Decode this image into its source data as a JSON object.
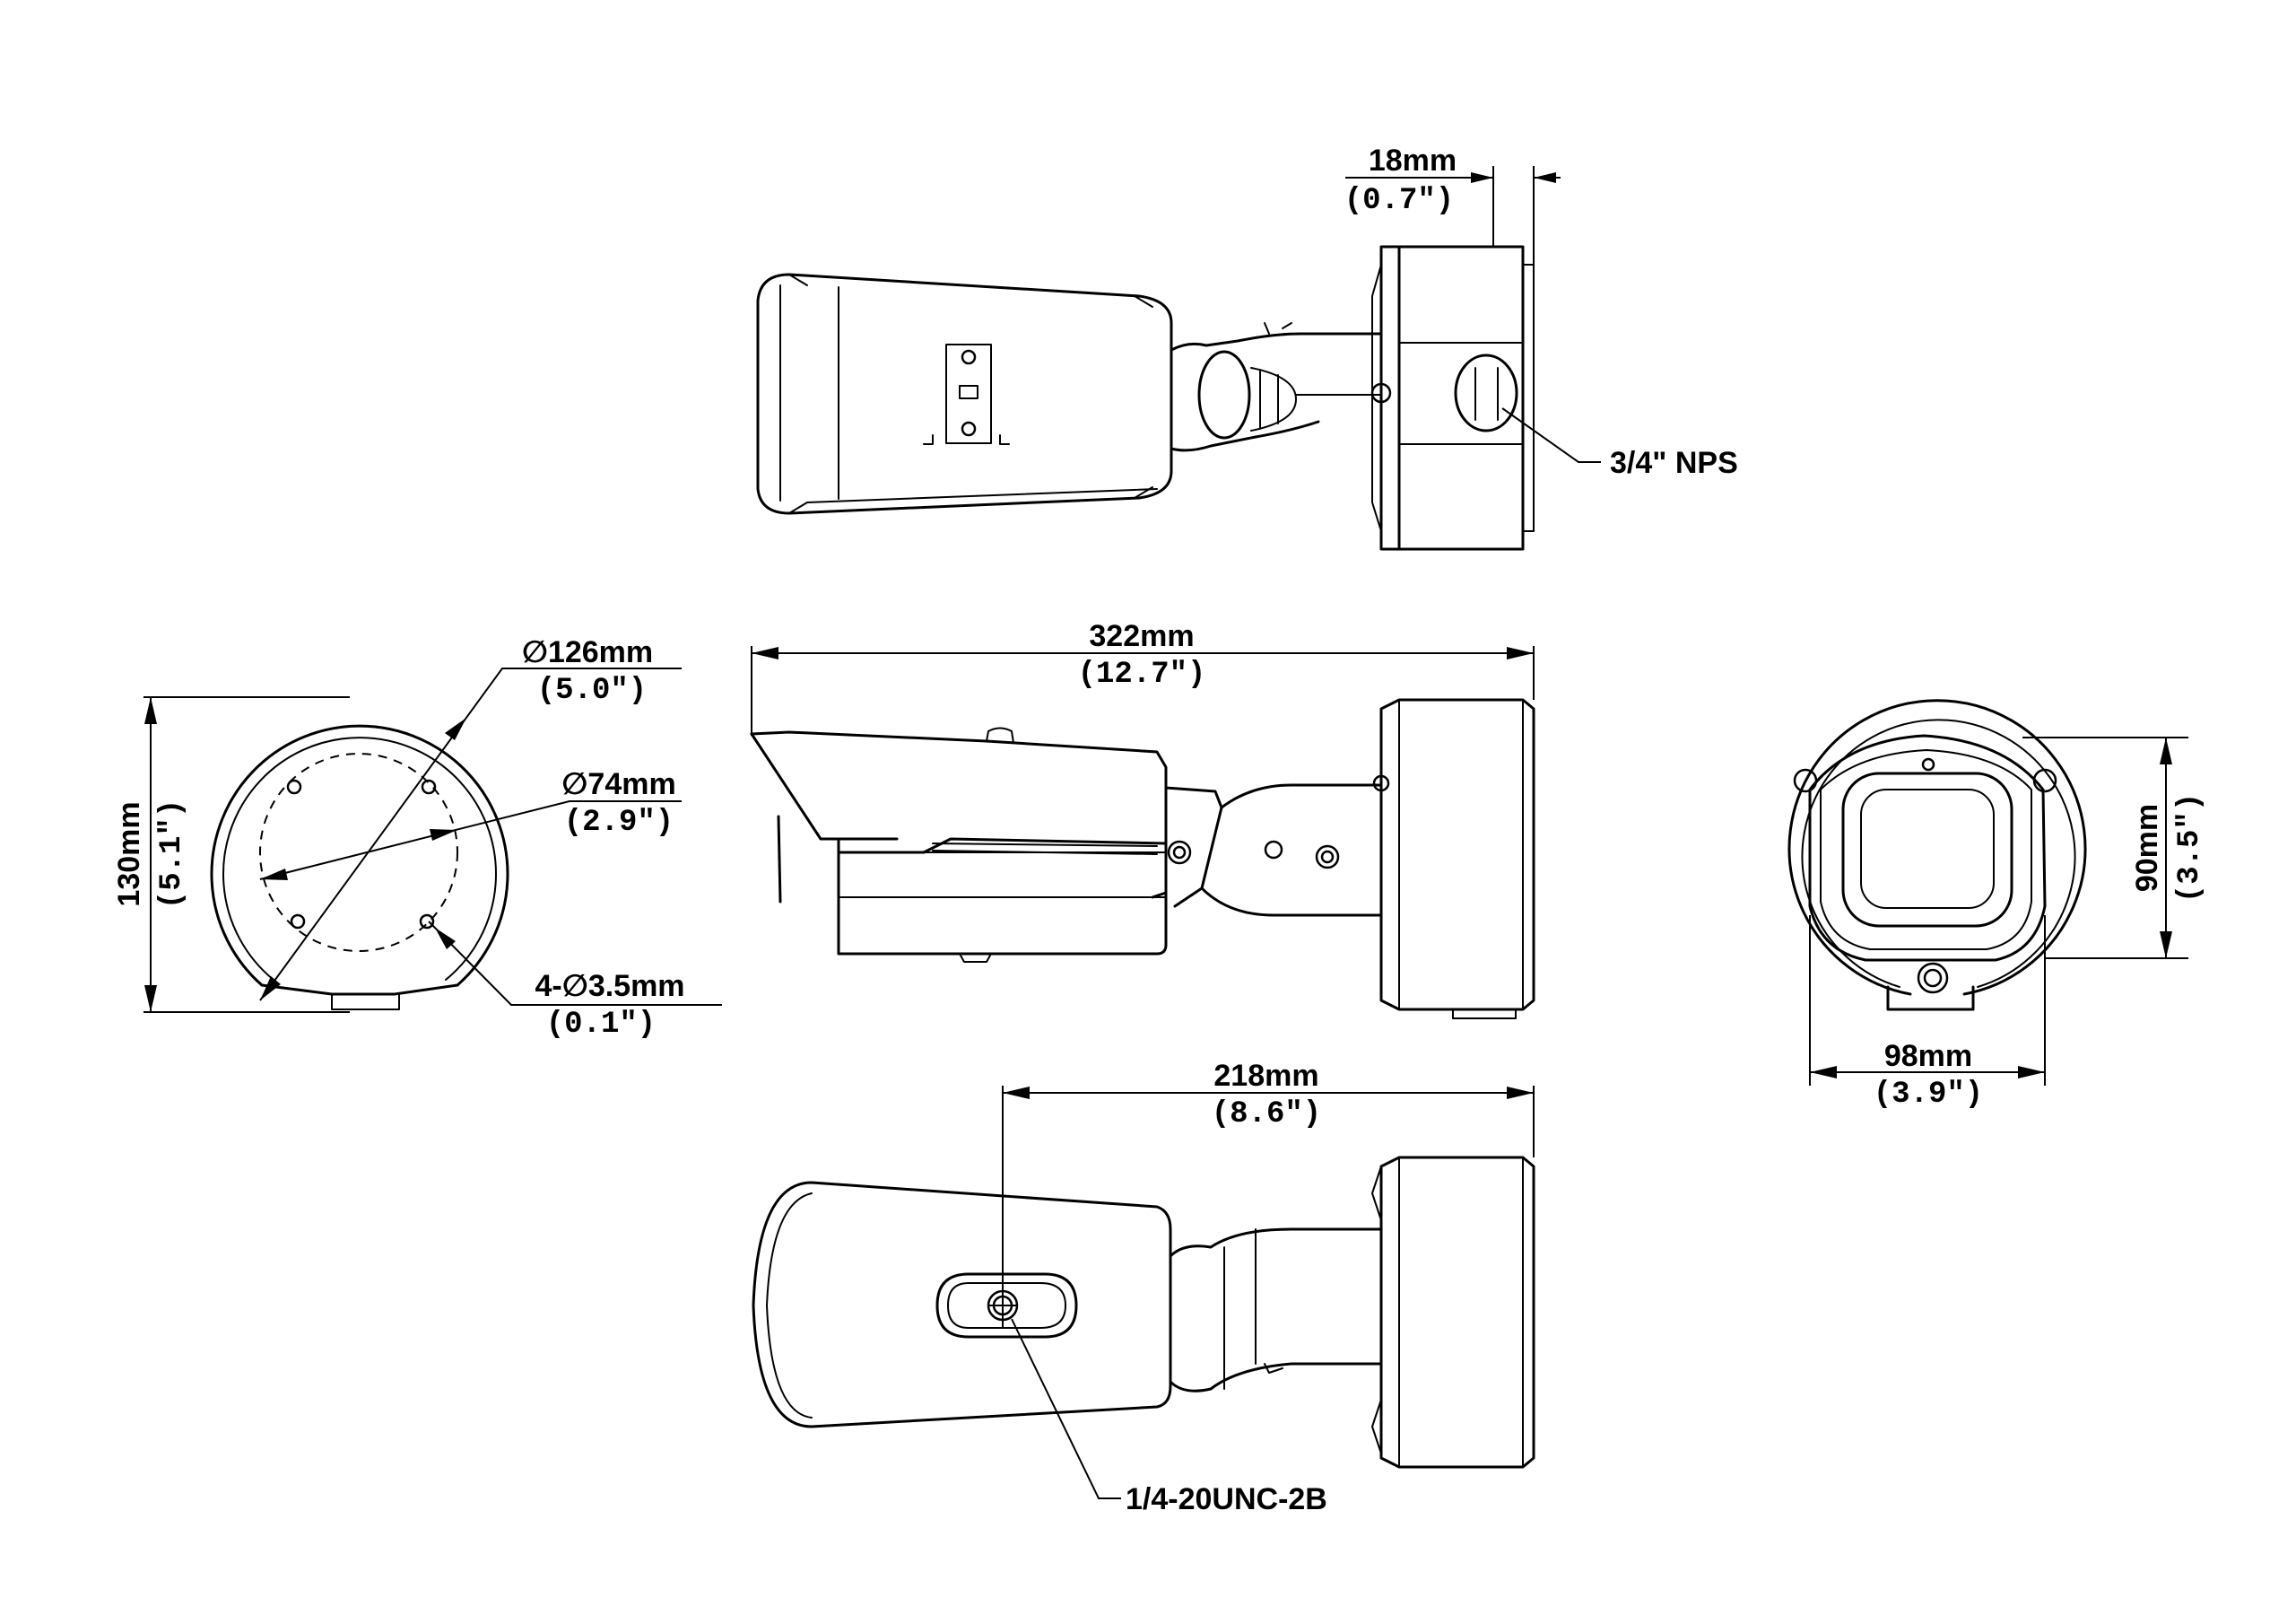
{
  "dimensions": {
    "bracket_offset": {
      "metric": "18mm",
      "imperial": "(0.7\")"
    },
    "conduit": {
      "label": "3/4\" NPS"
    },
    "overall_length": {
      "metric": "322mm",
      "imperial": "(12.7\")"
    },
    "base_diameter": {
      "metric": "126mm",
      "imperial": "(5.0\")",
      "symbol": "∅"
    },
    "hole_circle": {
      "metric": "74mm",
      "imperial": "(2.9\")",
      "symbol": "∅"
    },
    "mount_holes": {
      "metric": "3.5mm",
      "imperial": "(0.1\")",
      "prefix": "4-",
      "symbol": "∅"
    },
    "base_height": {
      "metric": "130mm",
      "imperial": "(5.1\")"
    },
    "front_height": {
      "metric": "90mm",
      "imperial": "(3.5\")"
    },
    "front_width": {
      "metric": "98mm",
      "imperial": "(3.9\")"
    },
    "screw_span": {
      "metric": "218mm",
      "imperial": "(8.6\")"
    },
    "tripod_thread": {
      "label": "1/4-20UNC-2B"
    }
  },
  "colors": {
    "line": "#000000",
    "background": "#ffffff"
  }
}
